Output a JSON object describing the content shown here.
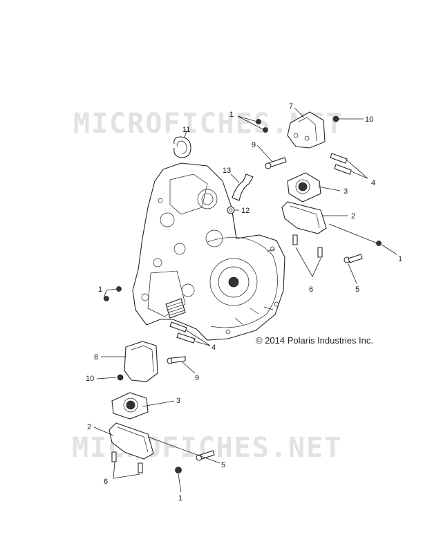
{
  "watermarks": [
    "MICROFICHES.NET",
    "MICROFICHES.NET"
  ],
  "copyright": "© 2014 Polaris Industries Inc.",
  "callouts": {
    "c1a": "1",
    "c7": "7",
    "c10a": "10",
    "c11": "11",
    "c9a": "9",
    "c13": "13",
    "c4a": "4",
    "c3a": "3",
    "c12": "12",
    "c2a": "2",
    "c1b": "1",
    "c1c": "1",
    "c6a": "6",
    "c5a": "5",
    "c4b": "4",
    "c8": "8",
    "c9b": "9",
    "c10b": "10",
    "c3b": "3",
    "c2b": "2",
    "c5b": "5",
    "c6b": "6",
    "c1d": "1"
  }
}
